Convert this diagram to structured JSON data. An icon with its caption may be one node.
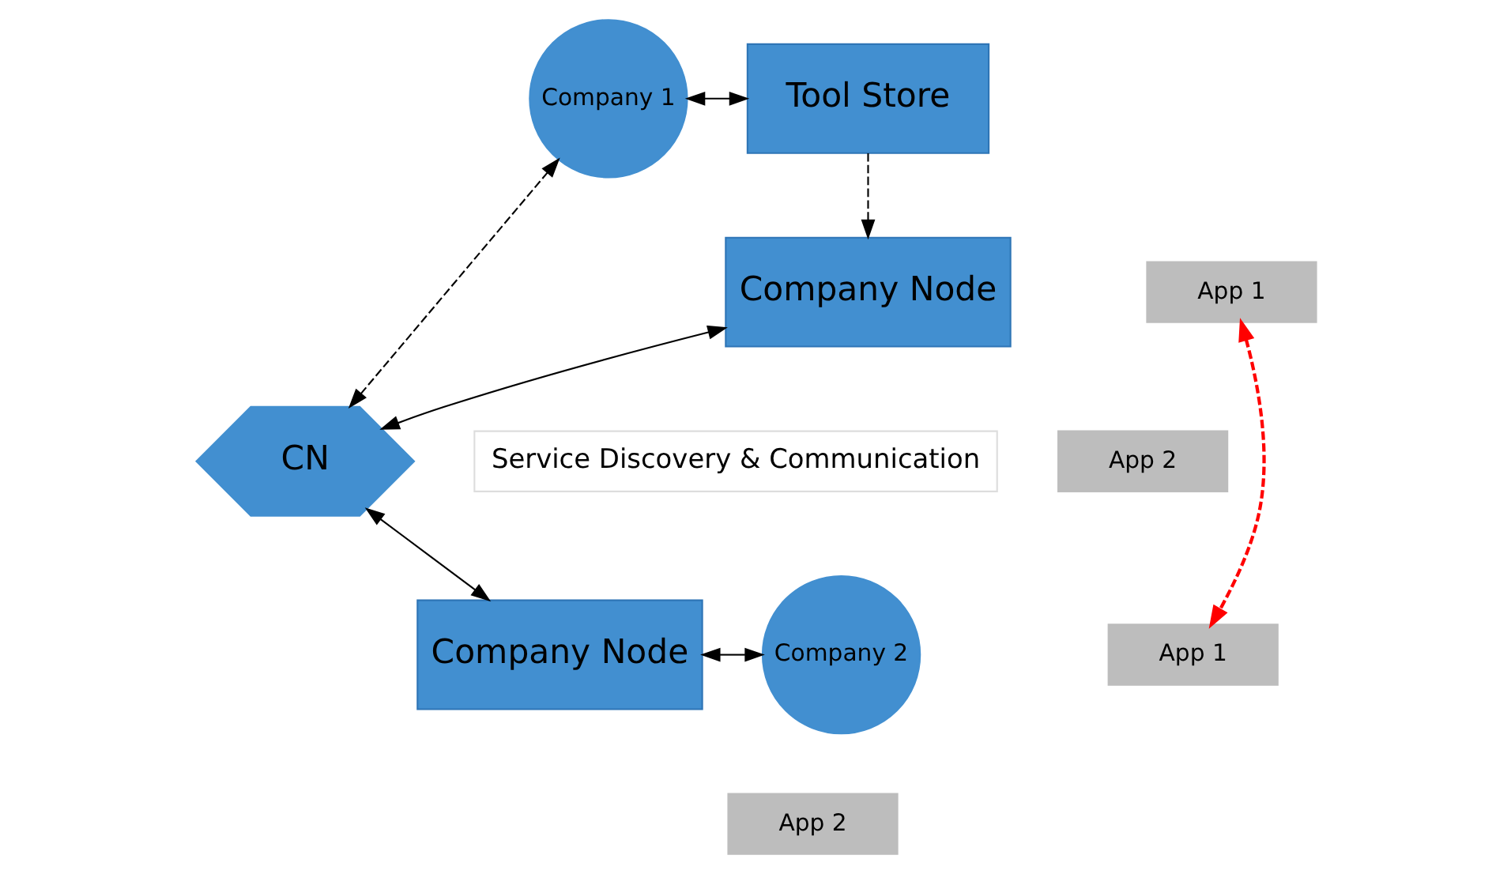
{
  "diagram": {
    "nodes": [
      {
        "text": [
          "Company 1"
        ]
      },
      {
        "text": [
          "Tool Store"
        ]
      },
      {
        "text": [
          "Company Node"
        ]
      },
      {
        "text": [
          "App 1"
        ]
      },
      {
        "text": [
          "App 2"
        ]
      },
      {
        "text": [
          "CN"
        ]
      },
      {
        "text": [
          "Service Discovery & Communication"
        ]
      },
      {
        "text": [
          "Company 2"
        ]
      },
      {
        "text": [
          "Company Node"
        ]
      },
      {
        "text": [
          "App 1"
        ]
      },
      {
        "text": [
          "App 2"
        ]
      }
    ],
    "edges": [
      {
        "from": 0,
        "to": 1,
        "arrow": "both"
      },
      {
        "from": 1,
        "to": 2,
        "arrow": "to",
        "style": "dashed"
      },
      {
        "from": 5,
        "to": 0,
        "arrow": "both",
        "style": "dashed"
      },
      {
        "from": 2,
        "to": 5,
        "arrow": "both"
      },
      {
        "from": 5,
        "to": 8,
        "arrow": "both"
      },
      {
        "from": 3,
        "to": 9,
        "arrow": "both",
        "style": "dashed",
        "color": "#ff0000"
      },
      {
        "from": 7,
        "to": 8,
        "arrow": "both"
      }
    ]
  }
}
